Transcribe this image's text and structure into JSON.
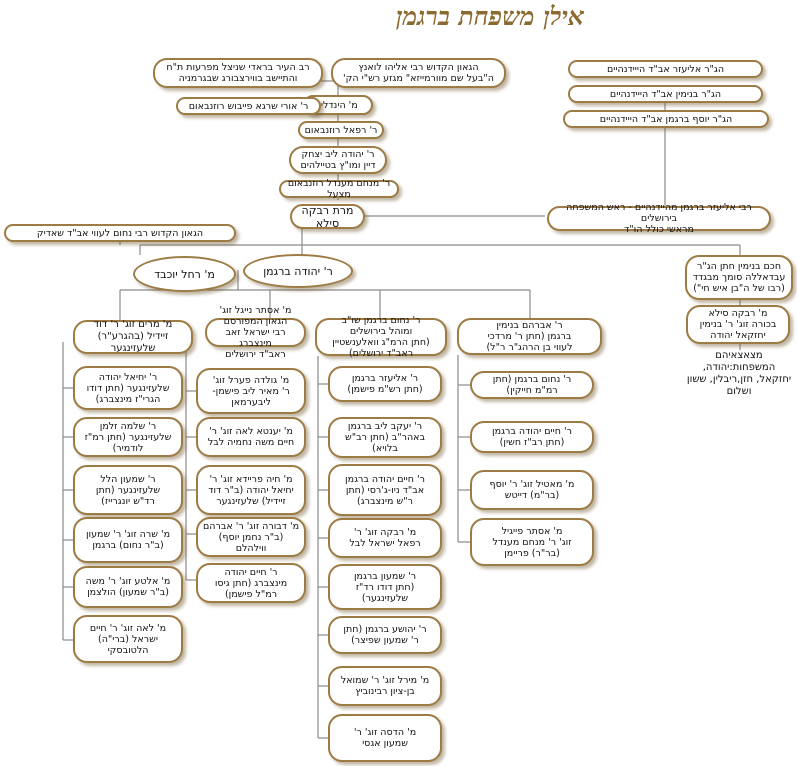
{
  "title": "אילן משפחת ברגמן",
  "nodes": {
    "rav_hair": [
      "רב העיר בראדי שניצל מפרעות ת\"ח",
      "והתיישב בווירצבורג שבגרמניה"
    ],
    "hagaon_loanz": [
      "הגאון הקדוש רבי אליהו לואנץ",
      "ה\"בעל שם מוורמייזא\" מגזע רש\"י הק'"
    ],
    "hindlin": [
      "מ' הינדלין"
    ],
    "uri_shraga": [
      "ר' אורי שרגא פייבוש רוזנבאום"
    ],
    "refael": [
      "ר' רפאל רוזנבאום"
    ],
    "yehuda_leib": [
      "ר' יהודה ליב יצחק",
      "דיין ומו\"ץ בטיילהים"
    ],
    "menachem_mendel": [
      "ר' מנחם מענדל רוזנבאום מצעל"
    ],
    "rivka_sila": [
      "מרת רבקה סילא"
    ],
    "eliezer_dayan": [
      "הג\"ר אליעזר אב\"ד הייידנהיים"
    ],
    "binyamin_dayan": [
      "הג\"ר בנימין אב\"ד הייידנהיים"
    ],
    "yosef_dayan": [
      "הג\"ר יוסף ברגמן אב\"ד הייידנהיים"
    ],
    "eliezer_head": [
      "רבי אליעזר ברגמן מהיידנהיים - ראש המשפחה בירושלים",
      "מראשי כולל הו\"ד"
    ],
    "nachum_lewi": [
      "הגאון הקדוש רבי נחום לעווי אב\"ד שאדיק"
    ],
    "rachel": [
      "מ' רחל יוכבד"
    ],
    "yehuda_bergman": [
      "ר' יהודה ברגמן"
    ],
    "binyamin_hacham": [
      "חכם בנימין חתן הג\"ר",
      "עבדאללה סומך מבגדד",
      "(רבו של ה\"בן איש חי\")"
    ],
    "rivka_sila2": [
      "מ' רבקה סילא",
      "בכורה זוג' ר' בנימין",
      "יחזקאל יהודה"
    ],
    "descendants": [
      "מצאצאיהם המשפחות:",
      "יהודה, יחזקאל, חזן,",
      "ריבלין, ששון ושלום"
    ],
    "avraham": [
      "ר' אברהם בנימין",
      "ברגמן (חתן ר' מרדכי",
      "לעווי בן הרהג\"ר ר\"ל)"
    ],
    "nachum_shub": [
      "ר' נחום ברגמן שו\"ב",
      "ומוהל בירושלים",
      "(חתן הרמ\"ג וואלענשטיין",
      "ראב\"ד ירושלים)"
    ],
    "esther_nagel": [
      "מ' אסתר נייגל זוג' הגאון המפורסם",
      "רבי ישראל זאב מינצברג",
      "ראב\"ד ירושלים"
    ],
    "miriam": [
      "מ' מרים זוג' ר' דוד",
      "זיידיל (בהגרע\"ר)",
      "שלעזינגער"
    ],
    "c1_1": [
      "ר' נחום ברגמן (חתן",
      "רמ\"מ חייקין)"
    ],
    "c1_2": [
      "ר' חיים יהודה ברגמן",
      "(חתן רב\"ז חשין)"
    ],
    "c1_3": [
      "מ' מאטיל זוג' ר' יוסף",
      "(בר\"מ) דייטש"
    ],
    "c1_4": [
      "מ' אסתר פייגיל",
      "זוג' ר' מנחם מענדל",
      "(בר\"ר) פריימן"
    ],
    "c2_1": [
      "ר' אליעזר ברגמן",
      "(חתן רש\"מ פישמן)"
    ],
    "c2_2": [
      "ר' יעקב ליב ברגמן",
      "באהר\"ב (חתן רב\"ש",
      "בלויא)"
    ],
    "c2_3": [
      "ר' חיים יהודה ברגמן",
      "אב\"ד ניו-ג'רסי (חתן",
      "ר\"ש מינצברג)"
    ],
    "c2_4": [
      "מ' רבקה זוג' ר'",
      "רפאל ישראל לבל"
    ],
    "c2_5": [
      "ר' שמעון ברגמן",
      "(חתן דודו רד\"ז",
      "שלעזינגער)"
    ],
    "c2_6": [
      "ר' יהושע ברגמן (חתן",
      "ר' שמעון שפיצר)"
    ],
    "c2_7": [
      "מ' מירל זוג' ר' שמואל",
      "בן-ציון רבינוביץ"
    ],
    "c2_8": [
      "מ' הדסה זוג' ר'",
      "שמעון אגסי"
    ],
    "c3_1": [
      "מ' גולדה פערל זוג'",
      "ר' מאיר ליב פישמן-",
      "ליבערמאן"
    ],
    "c3_2": [
      "מ' יענטא לאה זוג' ר'",
      "חיים משה נחמיה לבל"
    ],
    "c3_3": [
      "מ' חיה פריידא זוג' ר'",
      "יחיאל יהודה (ב\"ר דוד",
      "זיידיל) שלעזינגער"
    ],
    "c3_4": [
      "מ' דבורה זוג' ר' אברהם",
      "(ב\"ר נחמן יוסף)",
      "ווילהלם"
    ],
    "c3_5": [
      "ר' חיים יהודה",
      "מינצברג (חתן גיסו",
      "רמ\"ל פישמן)"
    ],
    "c4_1": [
      "ר' יחיאל יהודה",
      "שלעזינגער (חתן דודו",
      "הגרי\"ז מינצברג)"
    ],
    "c4_2": [
      "ר' שלמה זלמן",
      "שלעזינגער (חתן רמ\"ז",
      "לודמיר)"
    ],
    "c4_3": [
      "ר' שמעון הלל",
      "שלעזינגער (חתן",
      "רד\"ש יונגרייז)"
    ],
    "c4_4": [
      "מ' שרה זוג' ר' שמעון",
      "(ב\"ר נחום) ברגמן"
    ],
    "c4_5": [
      "מ' אלטע זוג' ר' משה",
      "(ב\"ר שמעון) הולצמן"
    ],
    "c4_6": [
      "מ' לאה זוג' ר' חיים",
      "ישראל (ברי\"ה)",
      "הלטובסקי"
    ]
  }
}
